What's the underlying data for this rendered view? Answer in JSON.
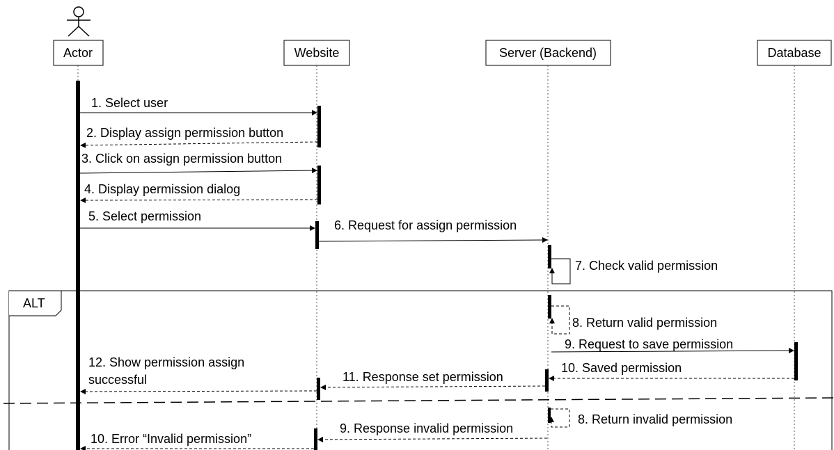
{
  "participants": {
    "actor": "Actor",
    "website": "Website",
    "server": "Server (Backend)",
    "database": "Database"
  },
  "fragment": {
    "label": "ALT"
  },
  "messages": {
    "m1": "1. Select user",
    "m2": "2. Display assign permission button",
    "m3": "3. Click on assign permission button",
    "m4": "4. Display permission dialog",
    "m5": "5. Select permission",
    "m6": "6. Request for assign permission",
    "m7": "7. Check valid permission",
    "m8_valid": "8. Return valid permission",
    "m9_save": "9. Request to save permission",
    "m10_saved": "10. Saved permission",
    "m11": "11. Response set permission",
    "m12_line1": "12. Show permission assign",
    "m12_line2": "successful",
    "m8_invalid": "8. Return invalid permission",
    "m9_invalid": "9. Response invalid permission",
    "m10_error": "10. Error “Invalid permission”"
  }
}
